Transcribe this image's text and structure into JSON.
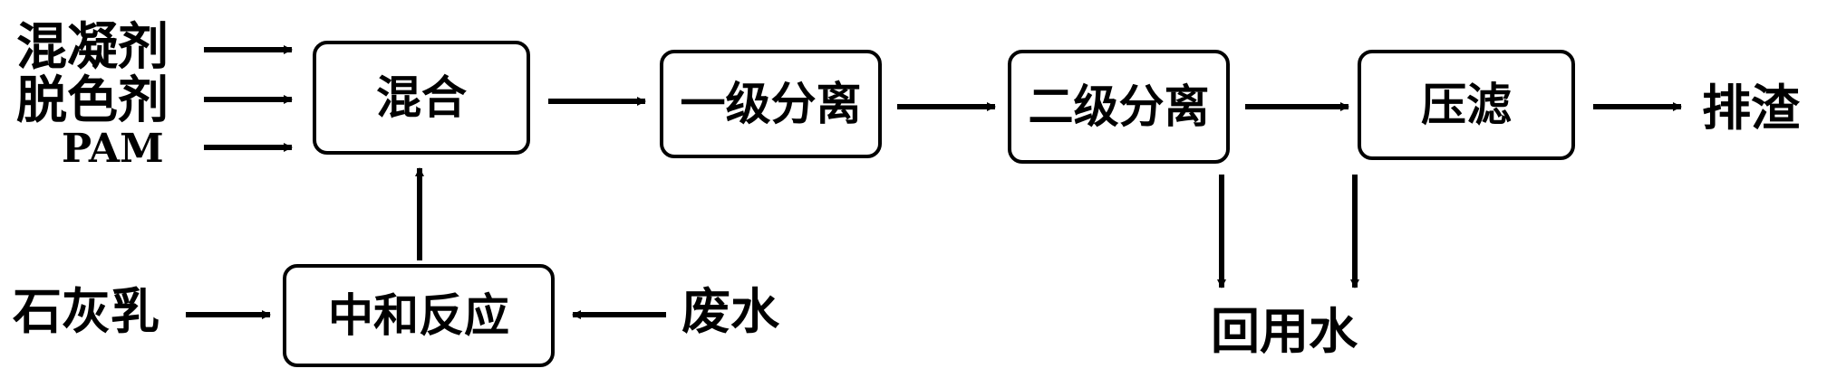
{
  "inputs": {
    "coagulant": "混凝剂",
    "decolorant": "脱色剂",
    "pam": "PAM",
    "lime_milk": "石灰乳",
    "wastewater": "废水"
  },
  "boxes": {
    "mixing": "混合",
    "primary_separation": "一级分离",
    "secondary_separation": "二级分离",
    "filter_press": "压滤",
    "neutralization": "中和反应"
  },
  "outputs": {
    "slag_discharge": "排渣",
    "reuse_water": "回用水"
  },
  "colors": {
    "stroke": "#000000",
    "background": "#ffffff"
  }
}
